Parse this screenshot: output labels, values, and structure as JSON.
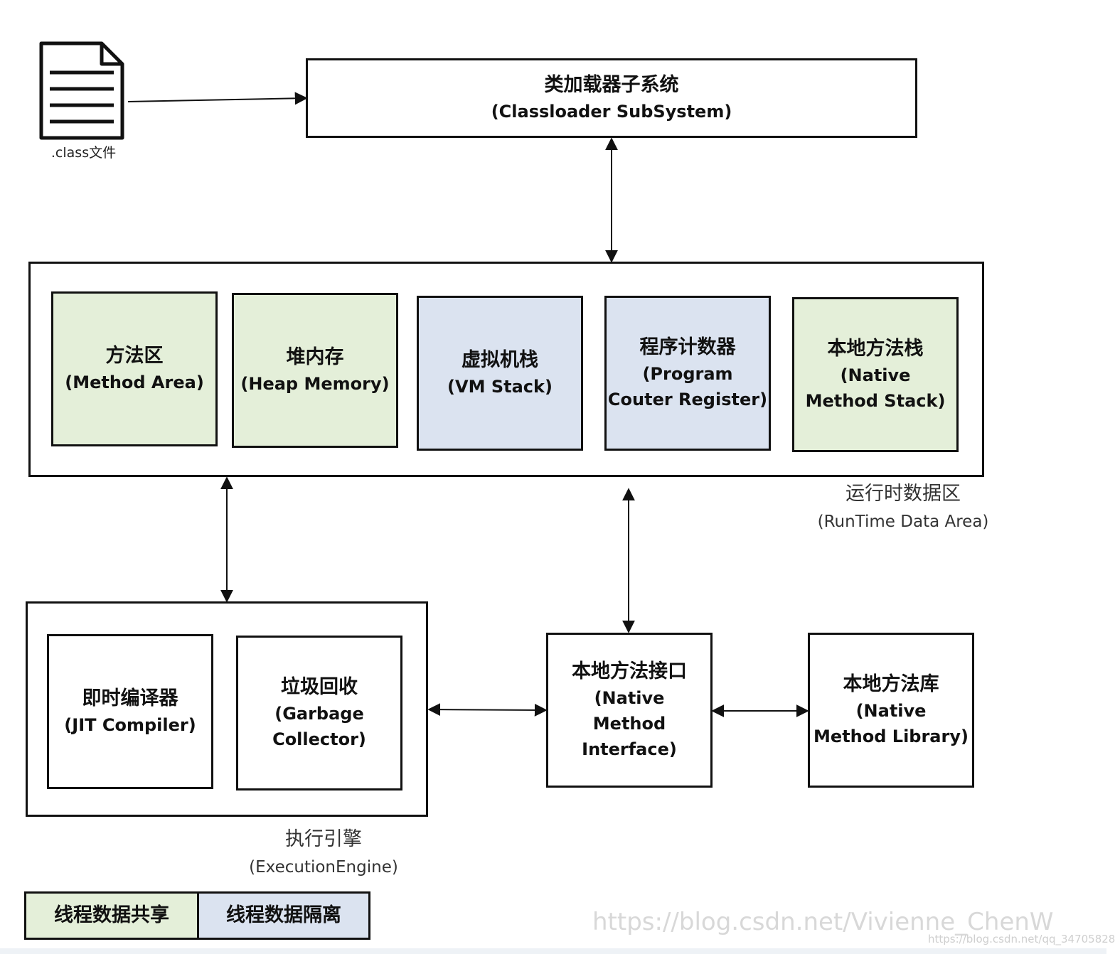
{
  "file": {
    "label": ".class文件"
  },
  "classloader": {
    "zh": "类加载器子系统",
    "en": "(Classloader SubSystem)"
  },
  "runtime": {
    "zh": "运行时数据区",
    "en": "(RunTime Data Area)",
    "areas": [
      {
        "zh": "方法区",
        "en": [
          "(Method Area)"
        ],
        "shared": true
      },
      {
        "zh": "堆内存",
        "en": [
          "(Heap Memory)"
        ],
        "shared": true
      },
      {
        "zh": "虚拟机栈",
        "en": [
          "(VM Stack)"
        ],
        "shared": false
      },
      {
        "zh": "程序计数器",
        "en": [
          "(Program",
          "Couter Register)"
        ],
        "shared": false
      },
      {
        "zh": "本地方法栈",
        "en": [
          "(Native",
          "Method Stack)"
        ],
        "shared": true
      }
    ]
  },
  "engine": {
    "zh": "执行引擎",
    "en": "(ExecutionEngine)",
    "jit": {
      "zh": "即时编译器",
      "en": [
        "(JIT Compiler)"
      ]
    },
    "gc": {
      "zh": "垃圾回收",
      "en": [
        "(Garbage",
        "Collector)"
      ]
    }
  },
  "native_interface": {
    "zh": "本地方法接口",
    "en": [
      "(Native",
      "Method",
      "Interface)"
    ]
  },
  "native_library": {
    "zh": "本地方法库",
    "en": [
      "(Native",
      "Method Library)"
    ]
  },
  "legend": {
    "shared": "线程数据共享",
    "isolated": "线程数据隔离"
  },
  "colors": {
    "shared": "#e4efd9",
    "isolated": "#dbe3f0",
    "line": "#111111"
  },
  "watermark": {
    "main": "https://blog.csdn.net/Vivienne_ChenW",
    "sub": "https://blog.csdn.net/qq_34705828"
  },
  "icons": [
    "document-icon"
  ]
}
